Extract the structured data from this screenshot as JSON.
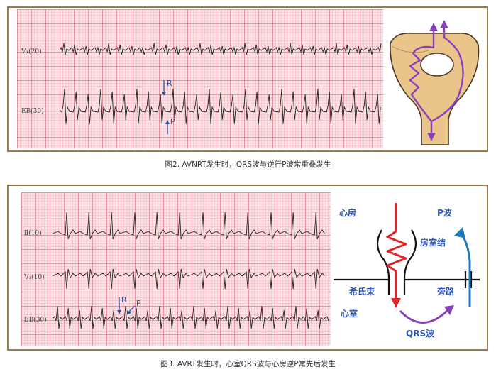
{
  "figure2": {
    "leads": {
      "v1": "V₁(20)",
      "eb": "EB(30)"
    },
    "markers": {
      "r": "R",
      "p": "P"
    },
    "caption": "图2. AVNRT发生时，QRS波与逆行P波常重叠发生"
  },
  "figure3": {
    "leads": {
      "ii": "Ⅱ(10)",
      "v1": "V₁(10)",
      "eb": "EB(30)"
    },
    "markers": {
      "r": "R",
      "p": "P"
    },
    "labels": {
      "atrium": "心房",
      "p_wave": "P波",
      "av_node": "房室结",
      "his_bundle": "希氏束",
      "bypass": "旁路",
      "ventricle": "心室",
      "qrs_wave": "QRS波"
    },
    "caption": "图3. AVRT发生时，心室QRS波与心房逆P常先后发生"
  },
  "colors": {
    "frame": "#9c7a50",
    "ecg_trace": "#222222",
    "grid_major": "#dc5064",
    "grid_bg": "#fbe3e5",
    "label_blue": "#2d57b8",
    "arrow_red": "#e0242a",
    "arrow_blue": "#1f7ac0",
    "arrow_purple": "#8a3fc1",
    "heart_tan": "#e9c58c"
  }
}
